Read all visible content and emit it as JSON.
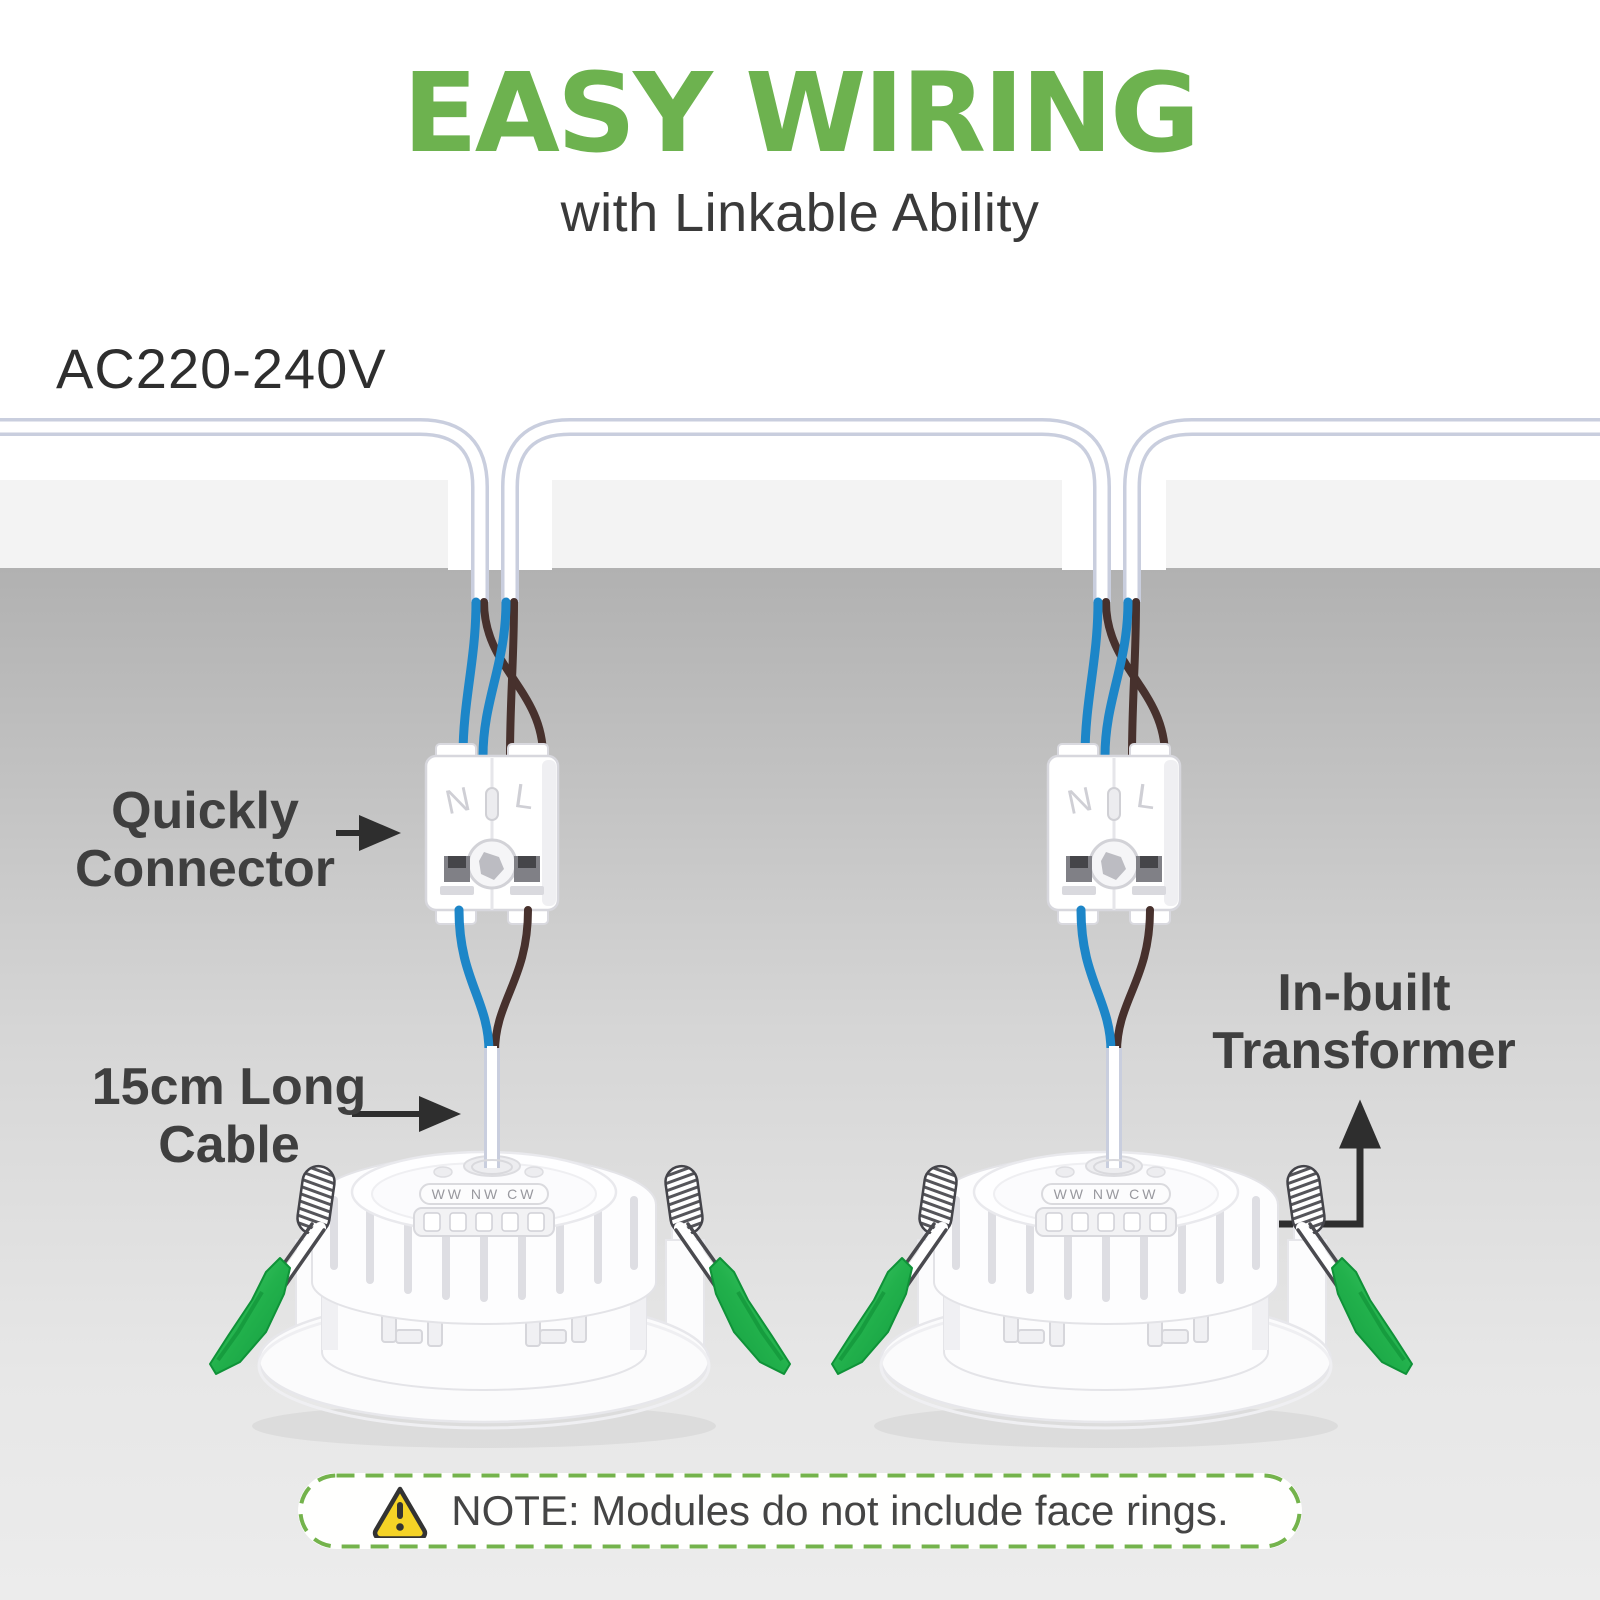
{
  "header": {
    "title": "EASY WIRING",
    "subtitle": "with Linkable Ability"
  },
  "diagram": {
    "voltage_label": "AC220-240V",
    "labels": {
      "connector": {
        "line1": "Quickly",
        "line2": "Connector"
      },
      "cable": {
        "line1": "15cm Long",
        "line2": "Cable"
      },
      "transformer": {
        "line1": "In-built",
        "line2": "Transformer"
      }
    },
    "connector_markings": {
      "neutral": "N",
      "live": "L"
    },
    "module_cct_marking": "WW NW CW",
    "wire_colors": {
      "neutral_blue": "#1d86c8",
      "live_brown": "#47312d",
      "cable_white": "#ffffff"
    },
    "clip_color_green": "#22b14c"
  },
  "note": {
    "text": "NOTE: Modules do not include face rings."
  },
  "colors": {
    "accent_green": "#6db24f",
    "warning_yellow": "#f5d326",
    "note_border_green": "#74b34c"
  }
}
